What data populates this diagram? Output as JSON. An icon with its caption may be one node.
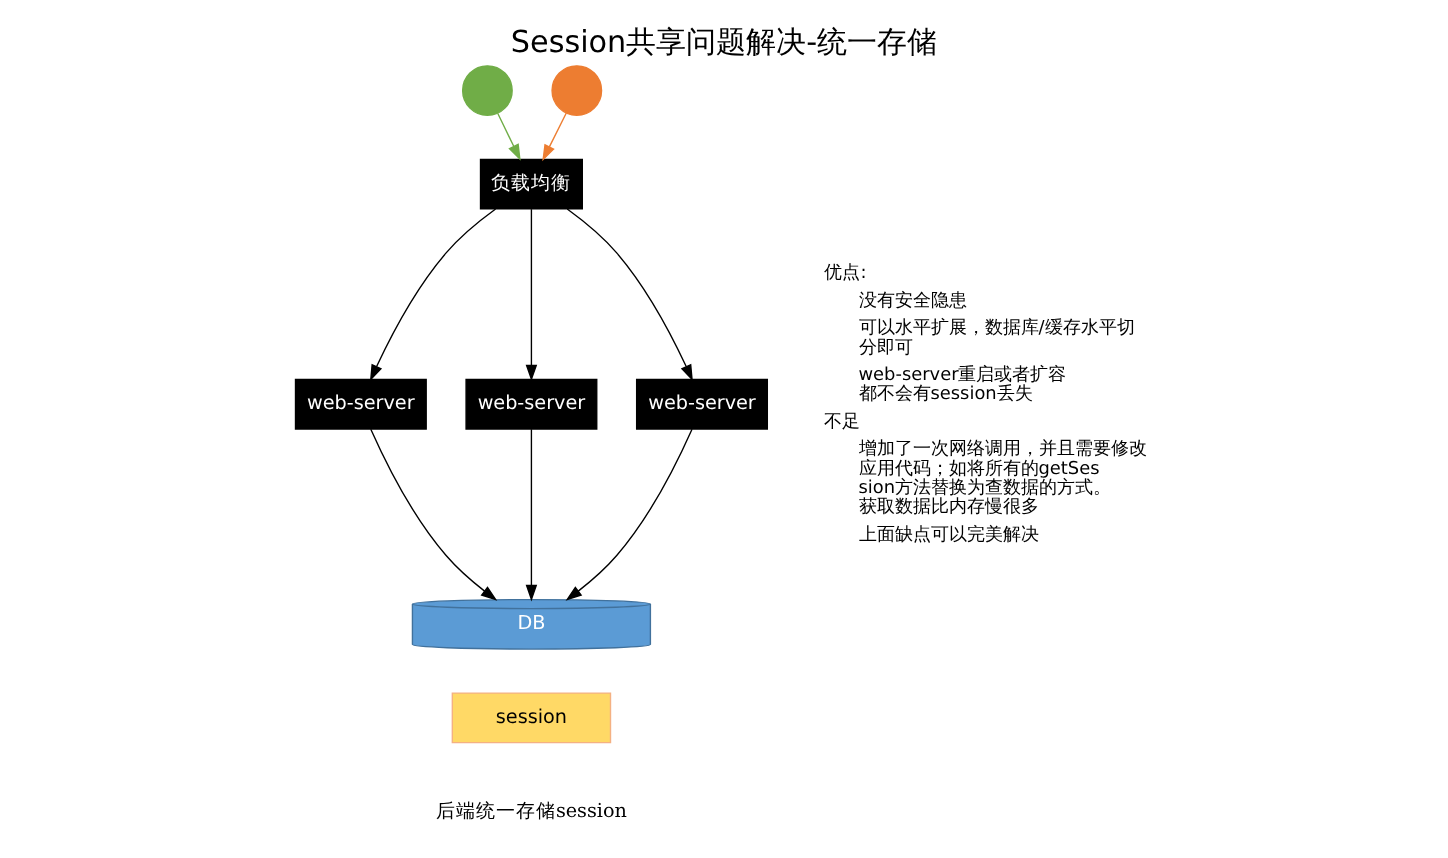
{
  "diagram": {
    "title": "Session共享问题解决-统一存储",
    "caption": "后端统一存储session",
    "nodes": [
      {
        "text": [],
        "shape": "circle"
      },
      {
        "text": [],
        "shape": "circle"
      },
      {
        "text": [
          "负载均衡"
        ]
      },
      {
        "text": [
          "web-server"
        ]
      },
      {
        "text": [
          "web-server"
        ]
      },
      {
        "text": [
          "web-server"
        ]
      },
      {
        "text": [
          "DB"
        ]
      },
      {
        "text": [
          "session"
        ]
      }
    ],
    "edges": [
      {
        "from": 0,
        "to": 2,
        "arrow": "to",
        "color": "#70ad47"
      },
      {
        "from": 1,
        "to": 2,
        "arrow": "to",
        "color": "#ed7d31"
      },
      {
        "from": 2,
        "to": 3,
        "arrow": "to"
      },
      {
        "from": 2,
        "to": 4,
        "arrow": "to"
      },
      {
        "from": 2,
        "to": 5,
        "arrow": "to"
      },
      {
        "from": 3,
        "to": 6,
        "arrow": "to"
      },
      {
        "from": 4,
        "to": 6,
        "arrow": "to"
      },
      {
        "from": 5,
        "to": 6,
        "arrow": "to"
      }
    ],
    "labels": [
      "优点:",
      "没有安全隐患",
      "可以水平扩展，数据库/缓存水平切分即可",
      "web-server重启或者扩容都不会有session丢失",
      "不足",
      "增加了一次网络调用，并且需要修改应用代码；如将所有的getSession方法替换为查数据的方式。获取数据比内存慢很多",
      "上面缺点可以完美解决"
    ]
  }
}
